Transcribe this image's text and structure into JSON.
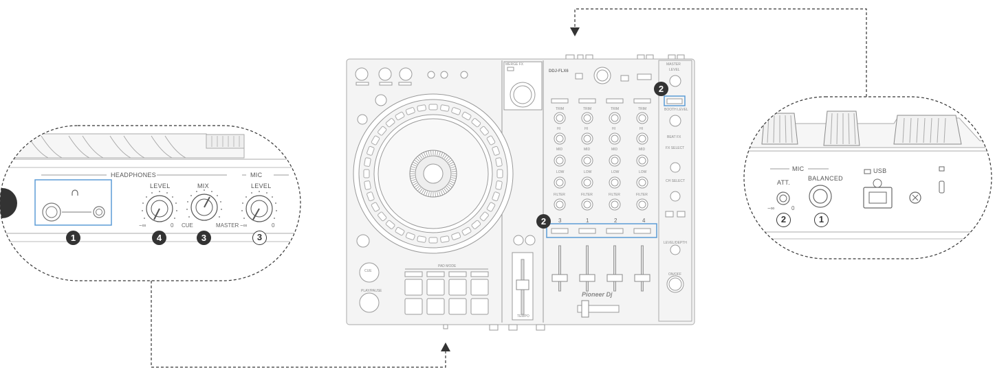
{
  "left_panel": {
    "headphones_label": "HEADPHONES",
    "mic_label": "MIC",
    "level_label": "LEVEL",
    "mix_label": "MIX",
    "mic_level_label": "LEVEL",
    "level_min": "−∞",
    "level_max": "0",
    "mix_min": "CUE",
    "mix_max": "MASTER",
    "mic_level_min": "−∞",
    "mic_level_max": "0",
    "badges": [
      "1",
      "4",
      "3",
      "3"
    ]
  },
  "controller": {
    "model": "DDJ-FLX6",
    "merge_fx": "MERGE FX",
    "master": "MASTER",
    "level": "LEVEL",
    "booth_level": "BOOTH LEVEL",
    "beat_fx": "BEAT FX",
    "fx_select": "FX SELECT",
    "ch_select": "CH SELECT",
    "level_depth": "LEVEL/DEPTH",
    "on_off": "ON/OFF",
    "trim": "TRIM",
    "hi": "HI",
    "mid": "MID",
    "low": "LOW",
    "filter": "FILTER",
    "cue": "CUE",
    "play_pause": "PLAY/PAUSE",
    "pad_mode": "PAD MODE",
    "tempo": "TEMPO",
    "brand": "Pioneer Dj",
    "channel_numbers": [
      "3",
      "1",
      "2",
      "4"
    ],
    "badges": [
      "2",
      "2"
    ]
  },
  "right_panel": {
    "mic_label": "MIC",
    "att_label": "ATT.",
    "att_min": "−∞",
    "att_max": "0",
    "balanced_label": "BALANCED",
    "usb_label": "USB",
    "badges": [
      "2",
      "1"
    ]
  },
  "colors": {
    "highlight": "#5b9bd5",
    "line": "#999999",
    "badge": "#333333"
  }
}
